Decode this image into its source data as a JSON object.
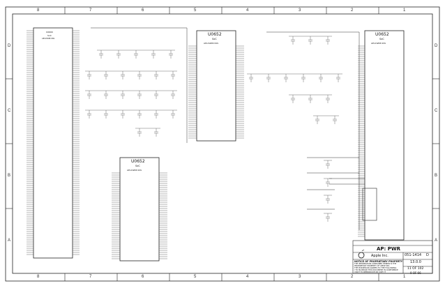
{
  "border": {
    "col_labels": [
      "8",
      "7",
      "6",
      "5",
      "4",
      "3",
      "2",
      "1"
    ],
    "row_labels": [
      "D",
      "C",
      "B",
      "A"
    ]
  },
  "chips": [
    {
      "id": "chip-main-left",
      "ref": "U0600",
      "name": "SoC",
      "part": "APL1W08-SSS",
      "vertical": true
    },
    {
      "id": "chip-top-center",
      "ref": "U0652",
      "name": "SoC",
      "part": "APL1W08-SSS"
    },
    {
      "id": "chip-top-right",
      "ref": "U0652",
      "name": "SoC",
      "part": "APL1W08-SSS"
    },
    {
      "id": "chip-bottom-center",
      "ref": "U0652",
      "name": "SoC",
      "part": "APL1W08-SSS"
    }
  ],
  "title_block": {
    "page_title": "AP: PWR",
    "company": "Apple Inc.",
    "doc_number": "051-1414",
    "revision": "D",
    "version": "13.0.0",
    "sheet_count": "11 OF 102",
    "page_count": "9 OF 66",
    "notice_title": "NOTICE OF PROPRIETARY PROPERTY",
    "notice_lines": [
      "THE INFORMATION CONTAINED HEREIN IS THE",
      "PROPRIETARY PROPERTY OF APPLE INC.",
      "THE POSSESSOR AGREES TO THE FOLLOWING:",
      "I TO MAINTAIN THIS DOCUMENT IN CONFIDENCE",
      "II NOT TO REPRODUCE OR COPY IT",
      "III NOT TO REVEAL OR PUBLISH IT IN WHOLE OR PART"
    ]
  }
}
